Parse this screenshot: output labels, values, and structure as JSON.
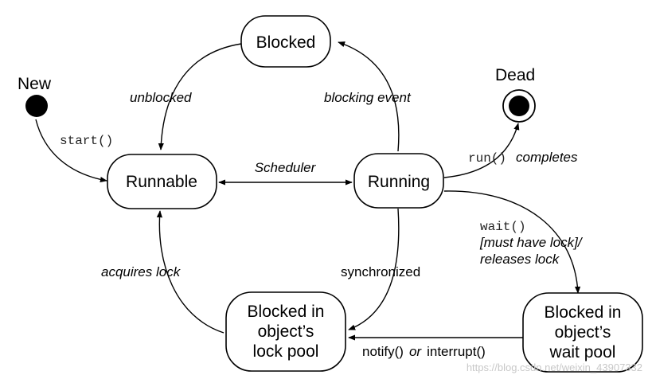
{
  "states": {
    "new": "New",
    "dead": "Dead",
    "blocked": "Blocked",
    "runnable": "Runnable",
    "running": "Running",
    "lock_pool": [
      "Blocked in",
      "object’s",
      "lock pool"
    ],
    "wait_pool": [
      "Blocked in",
      "object’s",
      "wait pool"
    ]
  },
  "transitions": {
    "start": "start()",
    "unblocked": "unblocked",
    "blocking_event": "blocking event",
    "scheduler": "Scheduler",
    "run_completes_code": "run()",
    "run_completes_text": "completes",
    "wait_code": "wait()",
    "wait_line2": "[must have lock]/",
    "wait_line3": "releases lock",
    "acquires_lock": "acquires lock",
    "synchronized": "synchronized",
    "notify": "notify()",
    "notify_or": "or",
    "interrupt": "interrupt()"
  },
  "watermark": "https://blog.csdn.net/weixin_43907332"
}
